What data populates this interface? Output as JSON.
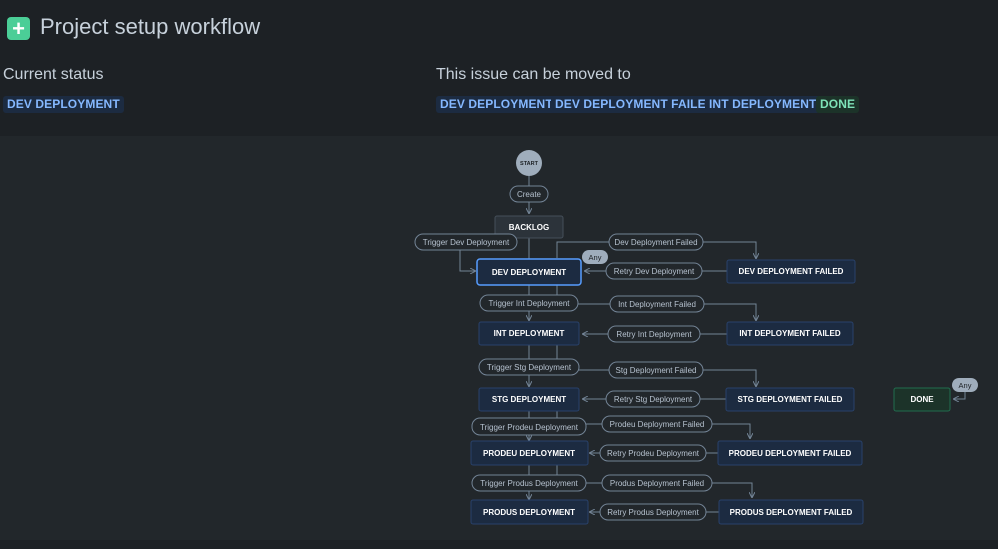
{
  "header": {
    "title_icon": "plus-icon",
    "title": "Project setup workflow"
  },
  "current_status": {
    "heading": "Current status",
    "value": "DEV DEPLOYMENT"
  },
  "moved_to": {
    "heading": "This issue can be moved to",
    "options": [
      "DEV DEPLOYMENT",
      "DEV DEPLOYMENT FAILED",
      "INT DEPLOYMENT",
      "DONE"
    ]
  },
  "workflow": {
    "start": "START",
    "any": "Any",
    "statuses": {
      "backlog": "BACKLOG",
      "dev": "DEV DEPLOYMENT",
      "dev_failed": "DEV DEPLOYMENT FAILED",
      "int": "INT DEPLOYMENT",
      "int_failed": "INT DEPLOYMENT FAILED",
      "stg": "STG DEPLOYMENT",
      "stg_failed": "STG DEPLOYMENT FAILED",
      "done": "DONE",
      "prodeu": "PRODEU DEPLOYMENT",
      "prodeu_failed": "PRODEU DEPLOYMENT FAILED",
      "produs": "PRODUS DEPLOYMENT",
      "produs_failed": "PRODUS DEPLOYMENT FAILED"
    },
    "transitions": {
      "create": "Create",
      "trigger_dev": "Trigger Dev Deployment",
      "dev_failed": "Dev Deployment Failed",
      "retry_dev": "Retry Dev Deployment",
      "trigger_int": "Trigger Int Deployment",
      "int_failed": "Int Deployment Failed",
      "retry_int": "Retry Int Deployment",
      "trigger_stg": "Trigger Stg Deployment",
      "stg_failed": "Stg Deployment Failed",
      "retry_stg": "Retry Stg Deployment",
      "trigger_prodeu": "Trigger Prodeu Deployment",
      "prodeu_failed": "Prodeu Deployment Failed",
      "retry_prodeu": "Retry Prodeu Deployment",
      "trigger_produs": "Trigger Produs Deployment",
      "produs_failed": "Produs Deployment Failed",
      "retry_produs": "Retry Produs Deployment"
    }
  }
}
